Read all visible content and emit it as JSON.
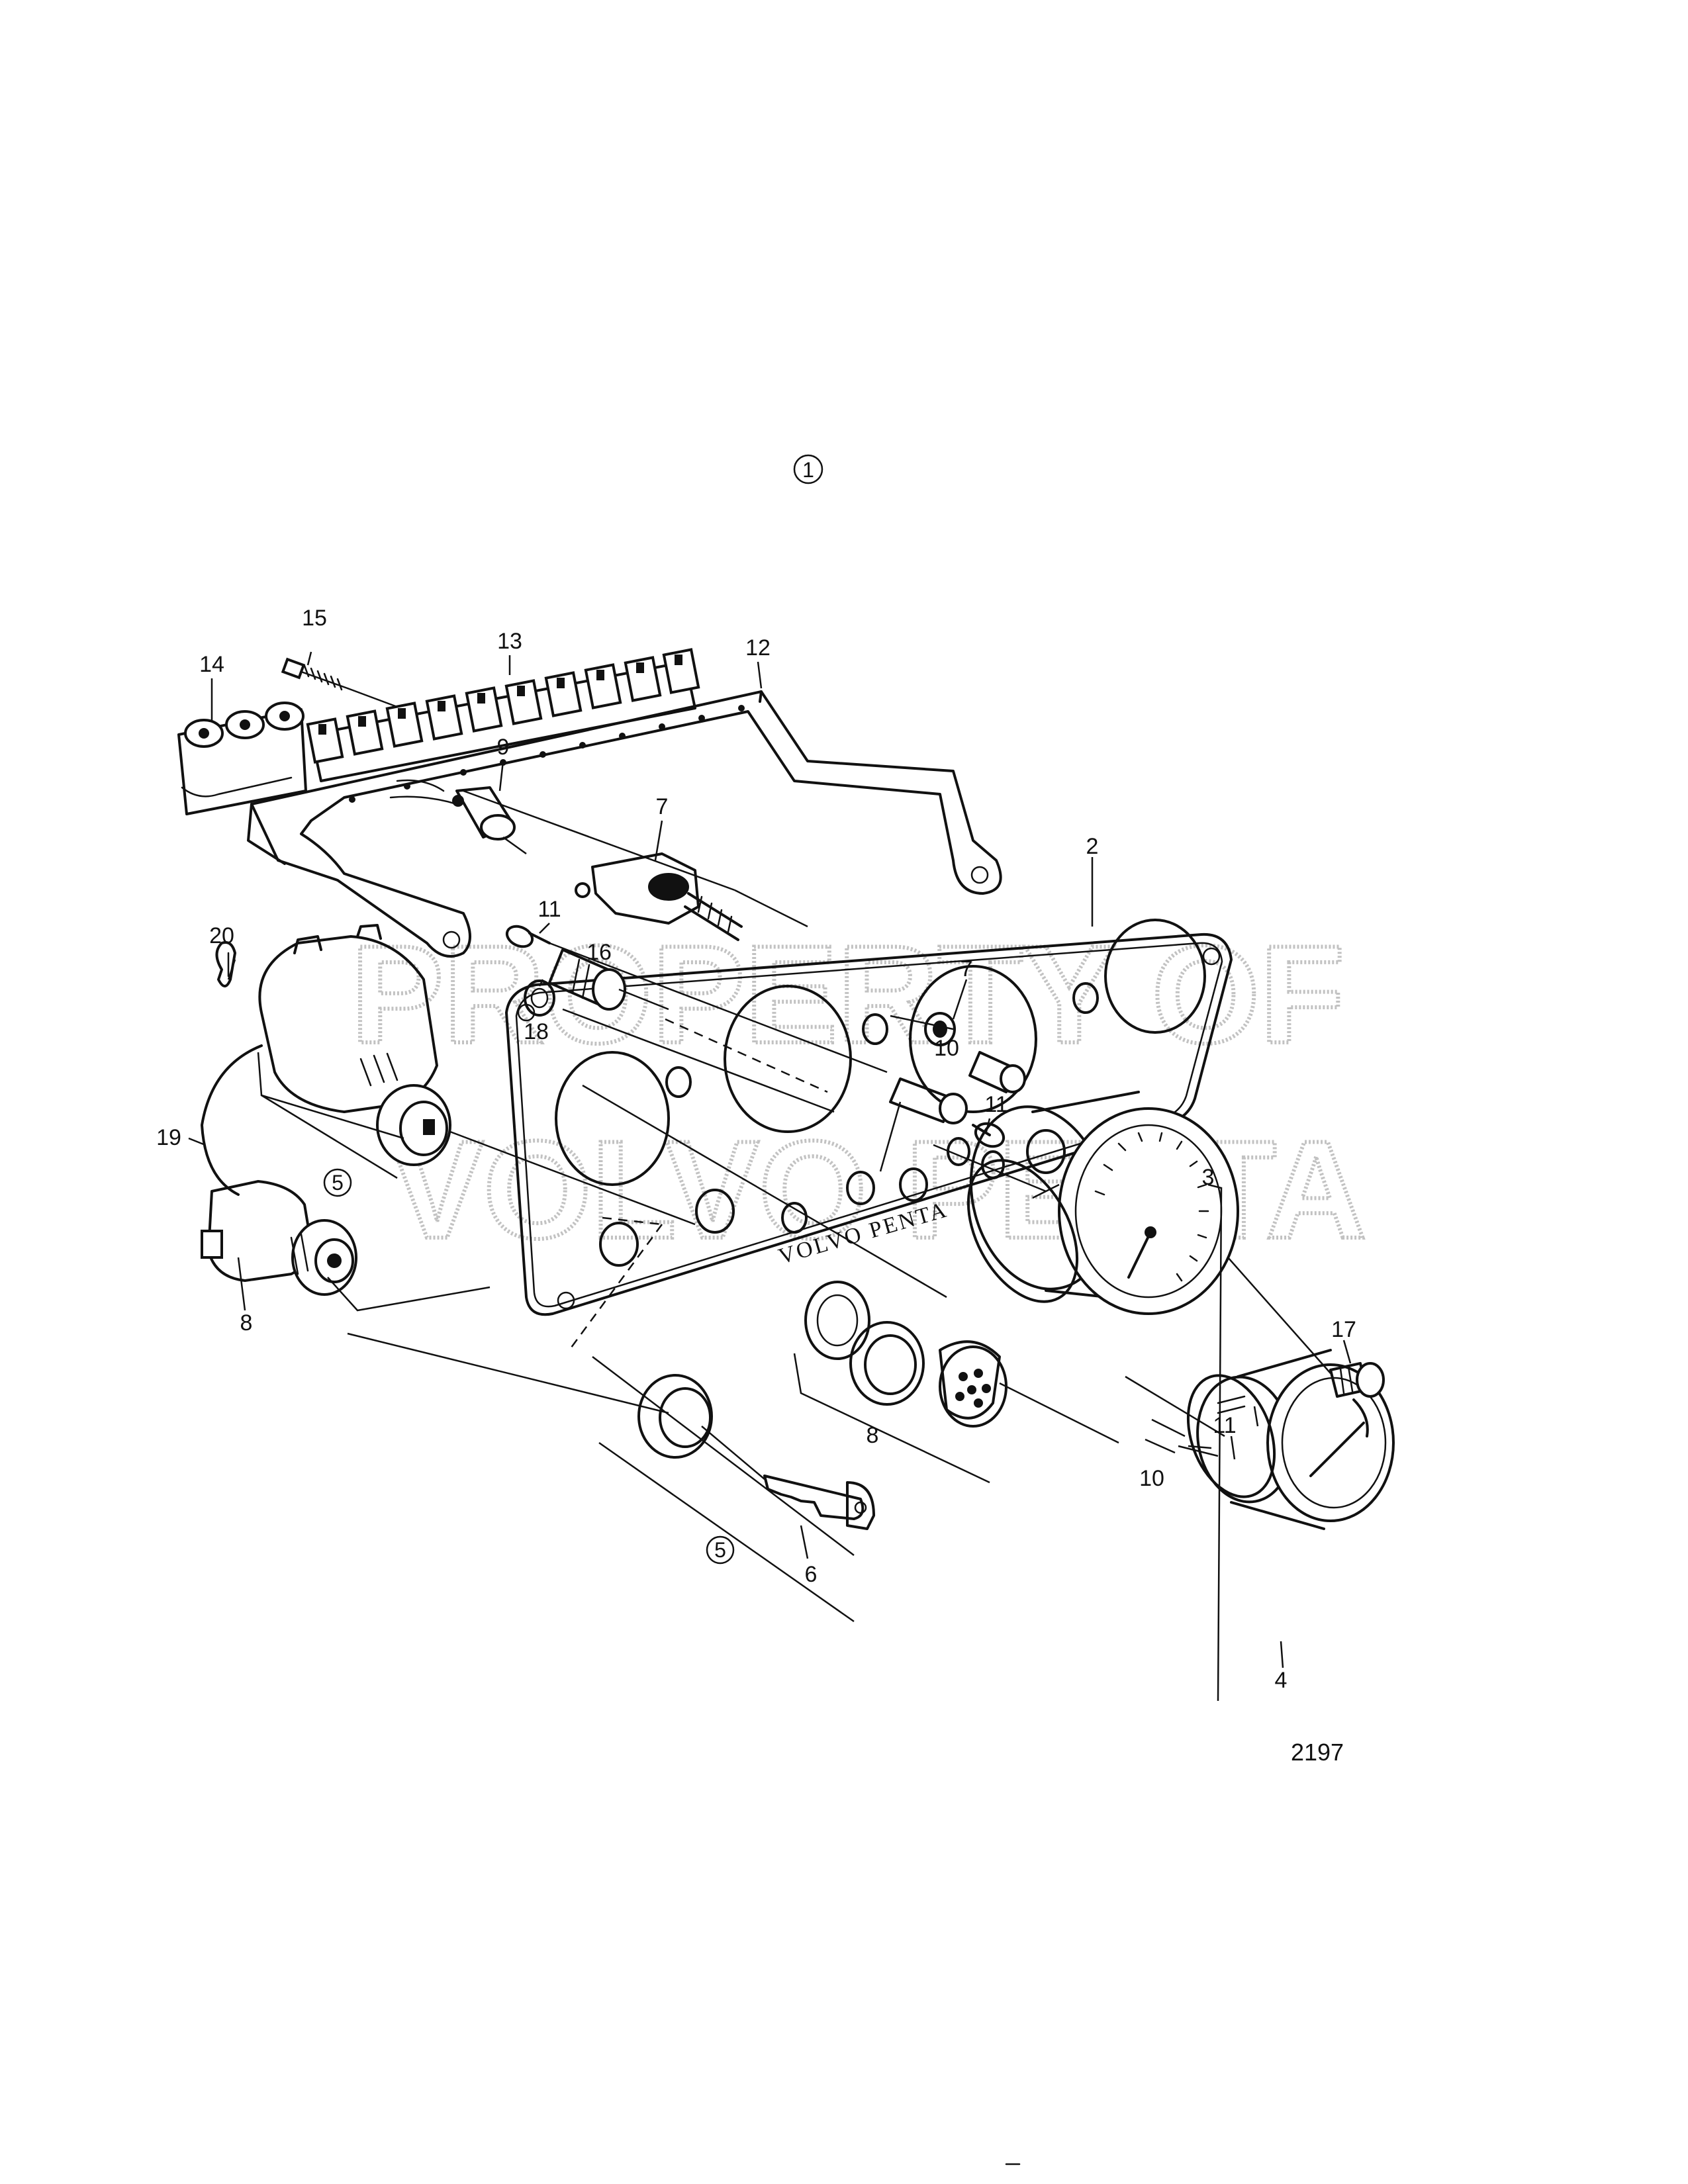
{
  "figure_group_label": "1",
  "figure_number": "2197",
  "panel_brand_text": "VOLVO PENTA",
  "watermark": {
    "line1": "PROPERTY OF",
    "line2": "VOLVO PENTA"
  },
  "callouts": {
    "c2": "2",
    "c3": "3",
    "c4": "4",
    "c6": "6",
    "c7a": "7",
    "c7b": "7",
    "c8a": "8",
    "c8b": "8",
    "c9": "9",
    "c10a": "10",
    "c10b": "10",
    "c11a": "11",
    "c11b": "11",
    "c11c": "11",
    "c12": "12",
    "c13": "13",
    "c14": "14",
    "c15": "15",
    "c16": "16",
    "c17": "17",
    "c18": "18",
    "c19": "19",
    "c20": "20",
    "c5a": "5",
    "c5b": "5"
  },
  "colors": {
    "ink": "#111111",
    "paper": "#ffffff",
    "watermark": "#9a9a9a"
  }
}
